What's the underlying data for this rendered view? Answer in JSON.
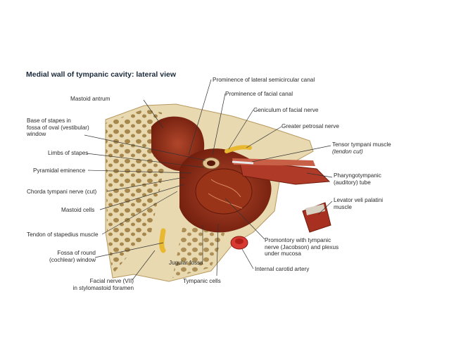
{
  "title": "Medial wall of tympanic cavity: lateral view",
  "labels": {
    "mastoid_antrum": "Mastoid antrum",
    "base_of_stapes": [
      "Base of stapes in",
      "fossa of oval (vestibular)",
      "window"
    ],
    "limbs_of_stapes": "Limbs of stapes",
    "pyramidal_eminence": "Pyramidal eminence",
    "chorda_tympani": "Chorda tympani nerve (cut)",
    "mastoid_cells": "Mastoid cells",
    "tendon_stapedius": "Tendon of stapedius muscle",
    "fossa_round_window": [
      "Fossa of round",
      "(cochlear) window"
    ],
    "facial_nerve": [
      "Facial nerve (VII)",
      "in stylomastoid foramen"
    ],
    "jugular_fossa": "Jugular fossa",
    "tympanic_cells": "Tympanic cells",
    "internal_carotid": "Internal carotid artery",
    "promontory": [
      "Promontory with tympanic",
      "nerve (Jacobson) and plexus",
      "under mucosa"
    ],
    "levator_veli": [
      "Levator veli palatini",
      "muscle"
    ],
    "pharyngotympanic": [
      "Pharyngotympanic",
      "(auditory) tube"
    ],
    "tensor_tympani": [
      "Tensor tympani muscle",
      "(tendon cut)"
    ],
    "greater_petrosal": "Greater petrosal nerve",
    "geniculum": "Geniculum of facial nerve",
    "prominence_facial": "Prominence of facial canal",
    "prominence_lateral": "Prominence of lateral semicircular canal"
  },
  "colors": {
    "bone": "#e8d9b0",
    "bone_pore": "#9a7a3e",
    "mucosa": "#8f2a14",
    "mucosa_light": "#b8482a",
    "nerve": "#f0c040",
    "artery": "#d03030",
    "leader": "#333333"
  }
}
